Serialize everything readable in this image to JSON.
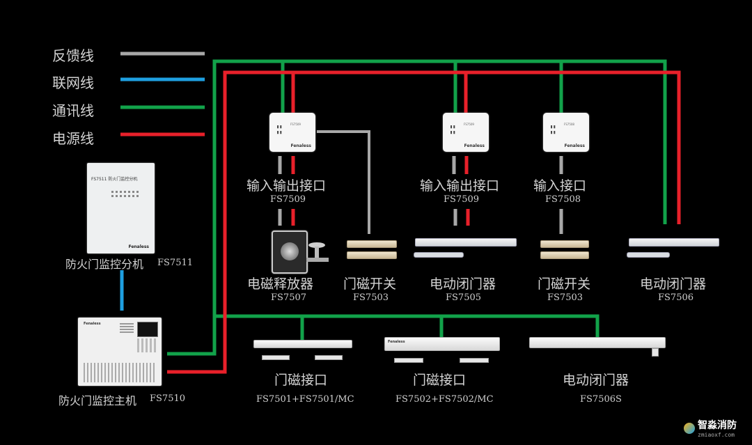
{
  "colors": {
    "feedback": "#a8a8a8",
    "network": "#1e9fe0",
    "comm": "#12a24a",
    "power": "#e8202a"
  },
  "legend": [
    {
      "label": "反馈线",
      "color": "#a8a8a8"
    },
    {
      "label": "联网线",
      "color": "#1e9fe0"
    },
    {
      "label": "通讯线",
      "color": "#12a24a"
    },
    {
      "label": "电源线",
      "color": "#e8202a"
    }
  ],
  "devices": {
    "io1": {
      "name": "输入输出接口",
      "code": "FS7509"
    },
    "io2": {
      "name": "输入输出接口",
      "code": "FS7509"
    },
    "in1": {
      "name": "输入接口",
      "code": "FS7508"
    },
    "release": {
      "name": "电磁释放器",
      "code": "FS7507"
    },
    "reed1": {
      "name": "门磁开关",
      "code": "FS7503"
    },
    "closer1": {
      "name": "电动闭门器",
      "code": "FS7505"
    },
    "reed2": {
      "name": "门磁开关",
      "code": "FS7503"
    },
    "closer2": {
      "name": "电动闭门器",
      "code": "FS7506"
    },
    "sub": {
      "name": "防火门监控分机",
      "code": "FS7511",
      "panel_title": "FS7511 防火门监控分机"
    },
    "host": {
      "name": "防火门监控主机",
      "code": "FS7510"
    },
    "mag1": {
      "name": "门磁接口",
      "code": "FS7501+FS7501/MC"
    },
    "mag2": {
      "name": "门磁接口",
      "code": "FS7502+FS7502/MC"
    },
    "closer3": {
      "name": "电动闭门器",
      "code": "FS7506S"
    }
  },
  "brand": "Fenaless",
  "watermark": {
    "title": "智淼消防",
    "url": "zmiaoxf.com"
  }
}
